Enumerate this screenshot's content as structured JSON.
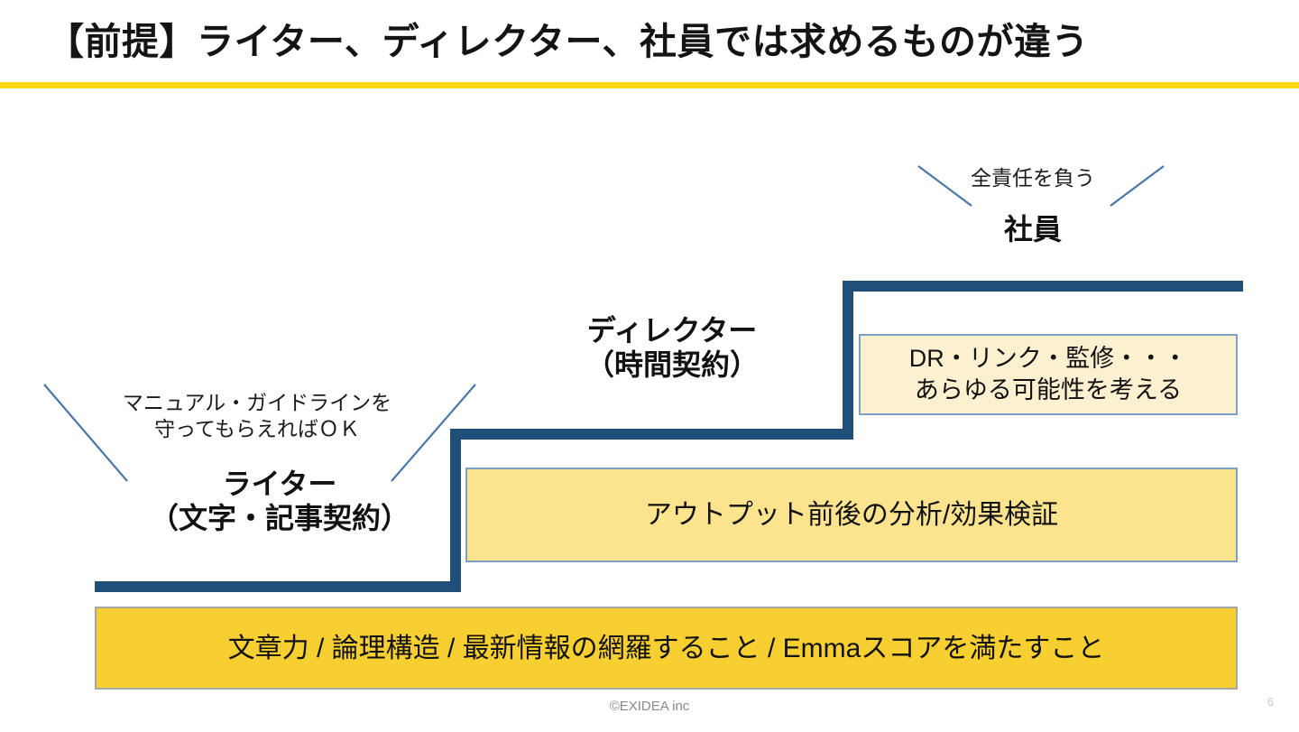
{
  "slide": {
    "title": "【前提】ライター、ディレクター、社員では求めるものが違う",
    "accent_color": "#FCD913",
    "stair_color": "#1F4E79",
    "bracket_color": "#4A77A8",
    "footer_credit": "©EXIDEA inc",
    "page_number": "6"
  },
  "roles": {
    "employee": {
      "note": "全責任を負う",
      "name": "社員",
      "sub": "",
      "requirement_line1": "DR・リンク・監修・・・",
      "requirement_line2": "あらゆる可能性を考える",
      "box_fill": "#FBF0D0",
      "box_border": "#7FA0C4"
    },
    "director": {
      "note": "",
      "name": "ディレクター",
      "sub": "（時間契約）",
      "requirement_line1": "アウトプット前後の分析/効果検証",
      "requirement_line2": "",
      "box_fill": "#FCE38E",
      "box_border": "#7FA0C4"
    },
    "writer": {
      "note_line1": "マニュアル・ガイドラインを",
      "note_line2": "守ってもらえればＯＫ",
      "name": "ライター",
      "sub": "（文字・記事契約）",
      "requirement_line1": "文章力 / 論理構造 / 最新情報の網羅すること / Emmaスコアを満たすこと",
      "requirement_line2": "",
      "box_fill": "#F7CF30",
      "box_border": "#A6A6A6"
    }
  }
}
